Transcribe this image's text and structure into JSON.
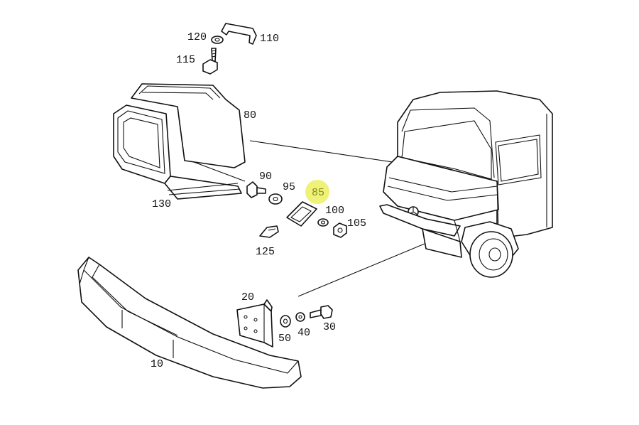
{
  "diagram": {
    "highlight_color": "#e8ee4a",
    "highlighted_part": "85",
    "labels": {
      "p10": "10",
      "p20": "20",
      "p30": "30",
      "p40": "40",
      "p50": "50",
      "p80": "80",
      "p85": "85",
      "p90": "90",
      "p95": "95",
      "p100": "100",
      "p105": "105",
      "p110": "110",
      "p115": "115",
      "p120": "120",
      "p125": "125",
      "p130": "130"
    }
  }
}
